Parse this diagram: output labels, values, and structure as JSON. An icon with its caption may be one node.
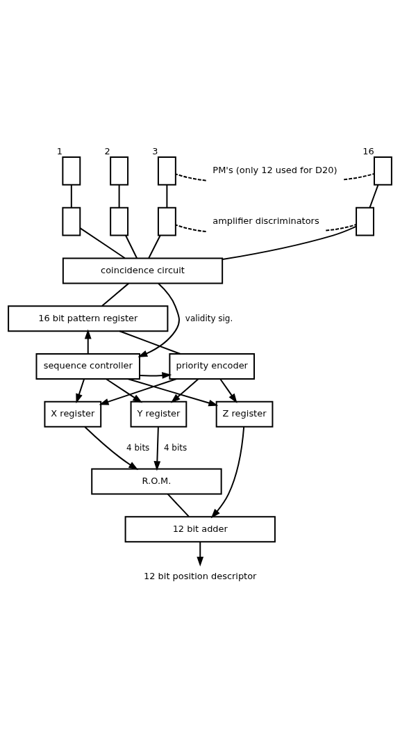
{
  "diagram": {
    "nodes": [
      {
        "text": [],
        "shape": "box",
        "beside": [
          "1"
        ]
      },
      {
        "text": [],
        "shape": "box",
        "beside": [
          "2"
        ]
      },
      {
        "text": [],
        "shape": "box",
        "beside": [
          "3"
        ]
      },
      {
        "text": [],
        "shape": "box",
        "beside": [
          "16"
        ]
      },
      {
        "text": [],
        "shape": "box"
      },
      {
        "text": [],
        "shape": "box"
      },
      {
        "text": [],
        "shape": "box"
      },
      {
        "text": [],
        "shape": "box"
      },
      {
        "text": [
          "PM's (only 12 used for D20)"
        ]
      },
      {
        "text": [
          "amplifier discriminators"
        ]
      },
      {
        "text": [
          "coincidence circuit"
        ]
      },
      {
        "text": [
          "16 bit pattern register"
        ]
      },
      {
        "text": [
          "priority encoder"
        ]
      },
      {
        "text": [
          "sequence controller"
        ]
      },
      {
        "text": [
          "X register"
        ]
      },
      {
        "text": [
          "Y register"
        ]
      },
      {
        "text": [
          "Z register"
        ]
      },
      {
        "text": [
          "R.O.M."
        ]
      },
      {
        "text": [
          "12 bit adder"
        ]
      },
      {
        "text": [
          "12 bit position descriptor"
        ]
      }
    ],
    "edges": [
      {
        "from": 0,
        "to": 4,
        "arrow": "none"
      },
      {
        "from": 1,
        "to": 5,
        "arrow": "none"
      },
      {
        "from": 2,
        "to": 6,
        "arrow": "none"
      },
      {
        "from": 3,
        "to": 7,
        "arrow": "none"
      },
      {
        "from": 8,
        "to": 2,
        "arrow": "none",
        "style": "dashed"
      },
      {
        "from": 8,
        "to": 3,
        "arrow": "none",
        "style": "dashed"
      },
      {
        "from": 9,
        "to": 6,
        "arrow": "none",
        "style": "dashed"
      },
      {
        "from": 9,
        "to": 7,
        "arrow": "none",
        "style": "dashed"
      },
      {
        "from": 4,
        "to": 10,
        "arrow": "none"
      },
      {
        "from": 5,
        "to": 10,
        "arrow": "none"
      },
      {
        "from": 6,
        "to": 10,
        "arrow": "none"
      },
      {
        "from": 7,
        "to": 10,
        "arrow": "none"
      },
      {
        "from": 10,
        "to": 13,
        "label": "validity sig.",
        "arrow": "to"
      },
      {
        "from": 10,
        "to": 11,
        "arrow": "none"
      },
      {
        "from": 13,
        "to": 11,
        "arrow": "to"
      },
      {
        "from": 13,
        "to": 12,
        "arrow": "to"
      },
      {
        "from": 11,
        "to": 12,
        "arrow": "none"
      },
      {
        "from": 12,
        "to": 14,
        "arrow": "to"
      },
      {
        "from": 12,
        "to": 15,
        "arrow": "to"
      },
      {
        "from": 12,
        "to": 16,
        "arrow": "to"
      },
      {
        "from": 13,
        "to": 14,
        "arrow": "to"
      },
      {
        "from": 13,
        "to": 15,
        "arrow": "to"
      },
      {
        "from": 13,
        "to": 16,
        "arrow": "to"
      },
      {
        "from": 14,
        "to": 17,
        "label": "4 bits",
        "arrow": "to"
      },
      {
        "from": 15,
        "to": 17,
        "label": "4 bits",
        "arrow": "to"
      },
      {
        "from": 16,
        "to": 18,
        "arrow": "to"
      },
      {
        "from": 17,
        "to": 18,
        "arrow": "none"
      },
      {
        "from": 18,
        "to": 19,
        "arrow": "to"
      }
    ]
  }
}
